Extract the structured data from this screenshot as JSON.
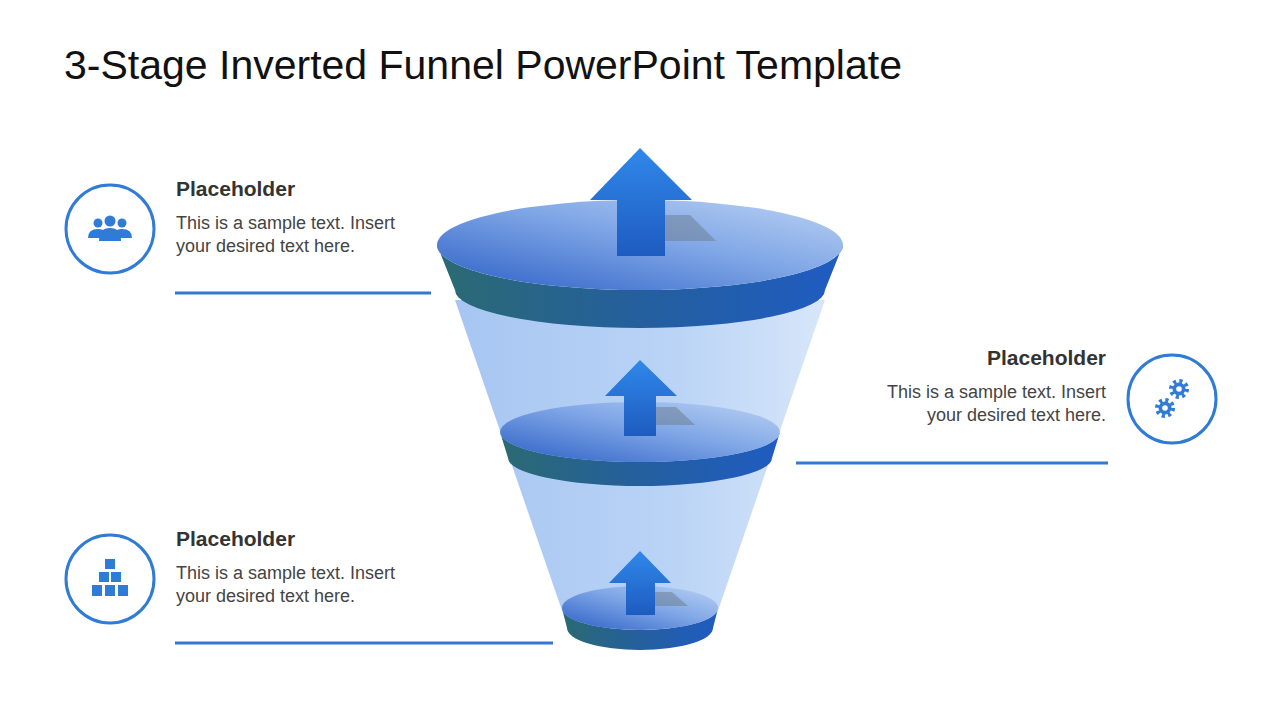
{
  "diagram": {
    "title": "3-Stage Inverted Funnel PowerPoint Template",
    "nodes": [
      {
        "text": [
          "Placeholder",
          "This is a sample text. Insert your desired text here."
        ]
      },
      {
        "text": [
          "Placeholder",
          "This is a sample text. Insert your desired text here."
        ]
      },
      {
        "text": [
          "Placeholder",
          "This is a sample text. Insert your desired text here."
        ]
      }
    ]
  }
}
